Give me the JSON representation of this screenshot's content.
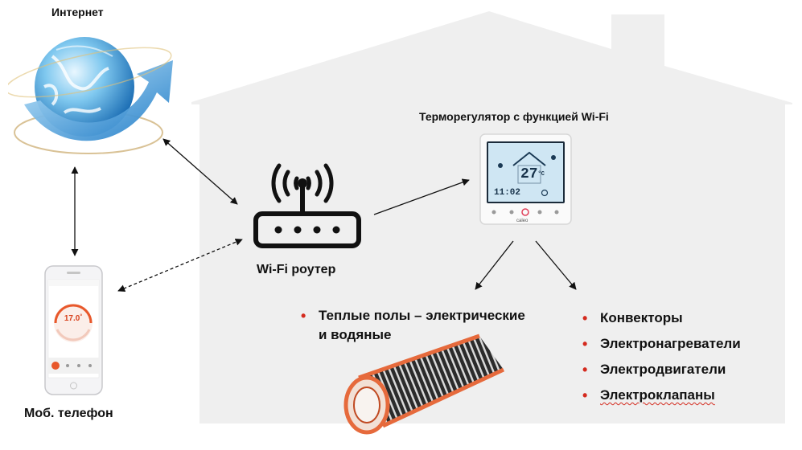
{
  "labels": {
    "internet": "Интернет",
    "phone": "Моб. телефон",
    "router": "Wi-Fi роутер",
    "thermostat": "Терморегулятор с функцией Wi-Fi"
  },
  "thermostat_screen": {
    "temperature": "27",
    "unit": "°C",
    "time": "11:02",
    "brand": "caleo"
  },
  "phone_screen": {
    "temperature": "17.0",
    "unit": "°"
  },
  "left_list": [
    {
      "text": "Теплые полы – электрические"
    },
    {
      "text": "и водяные"
    }
  ],
  "right_list": [
    {
      "text": "Конвекторы"
    },
    {
      "text": "Электронагреватели"
    },
    {
      "text": "Электродвигатели"
    },
    {
      "text": "Электроклапаны"
    }
  ],
  "colors": {
    "house": "#efefef",
    "bullet": "#d42a1e",
    "arrow": "#111111"
  }
}
